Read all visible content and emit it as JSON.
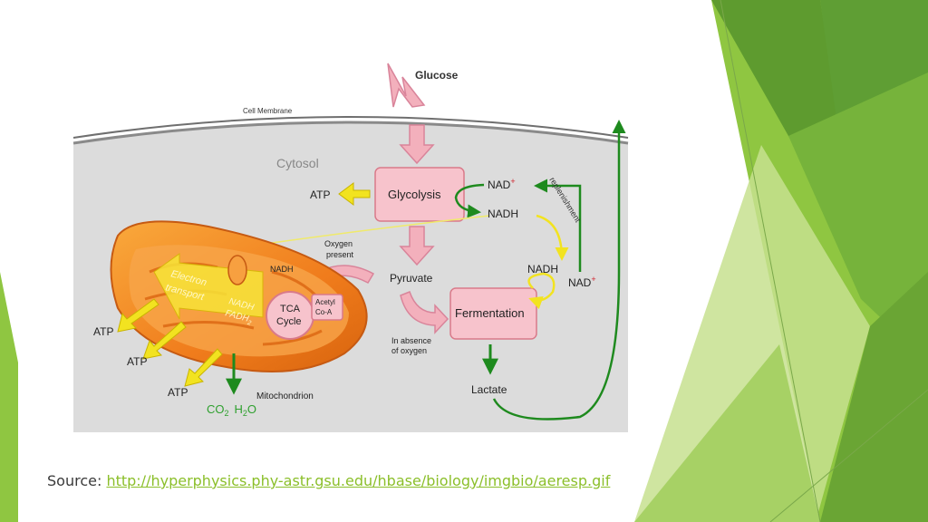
{
  "diagram": {
    "glucose": "Glucose",
    "cell_membrane": "Cell Membrane",
    "cytosol": "Cytosol",
    "glycolysis": "Glycolysis",
    "atp": "ATP",
    "nad_plus_top": "NAD",
    "nad_plus_right": "NAD",
    "nadh_top": "NADH",
    "nadh_right": "NADH",
    "nadh_left": "NADH",
    "replenishment": "replenishment",
    "oxygen_present": [
      "Oxygen",
      "present"
    ],
    "pyruvate": "Pyruvate",
    "fermentation": "Fermentation",
    "in_absence": [
      "In absence",
      "of oxygen"
    ],
    "lactate": "Lactate",
    "electron_transport": [
      "Electron",
      "transport"
    ],
    "nadh_fadh": [
      "NADH",
      "FADH"
    ],
    "tca": [
      "TCA",
      "Cycle"
    ],
    "acetyl": [
      "Acetyl",
      "Co-A"
    ],
    "mitochondrion": "Mitochondrion",
    "co2": "CO",
    "h2o": "H",
    "subscript_2": "2",
    "h2o_o": "O",
    "plus": "+"
  },
  "source": {
    "label": "Source:",
    "link": "http://hyperphysics.phy-astr.gsu.edu/hbase/biology/imgbio/aeresp.gif"
  },
  "colors": {
    "green_dark": "#5f9a30",
    "green_light": "#8bc34a",
    "pink_box": "#f7c3cc",
    "pink_border": "#d97a8a",
    "yellow_arrow": "#f2e320",
    "green_arrow": "#1e8a1e",
    "cytosol_gray": "#d9d9d9"
  }
}
